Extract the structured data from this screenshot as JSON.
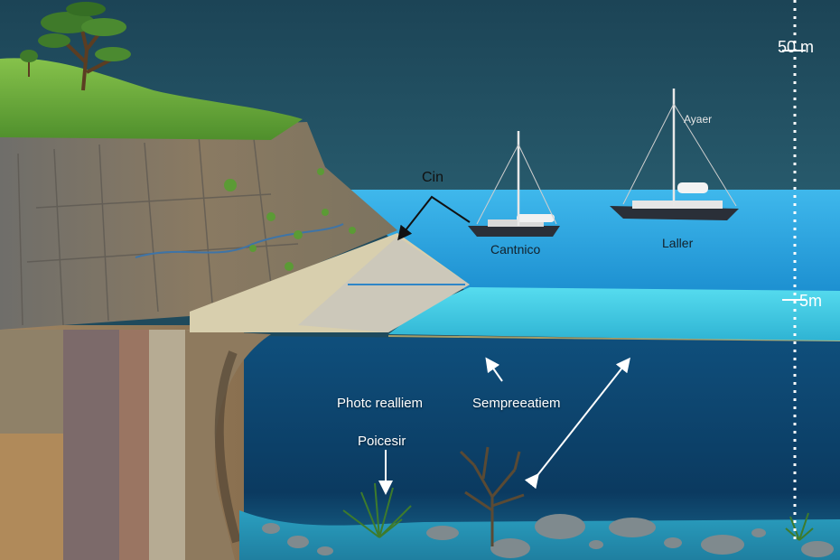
{
  "labels": {
    "cin": "Cin",
    "boat_left": "Cantnico",
    "boat_right": "Laller",
    "ayaer": "Ayaer",
    "photic": "Photc realliem",
    "semprea": "Sempreeatiem",
    "poicesir": "Poicesir"
  },
  "depth_scale": {
    "top_label": "50 m",
    "mid_label": "5m"
  },
  "colors": {
    "sky": "#1f4a5c",
    "sea_surface": "#2aa7e0",
    "shallow_layer": "#37c9e0",
    "deep_water": "#0d3d63",
    "seafloor": "#2b8fb0",
    "grass": "#6fae3b"
  }
}
